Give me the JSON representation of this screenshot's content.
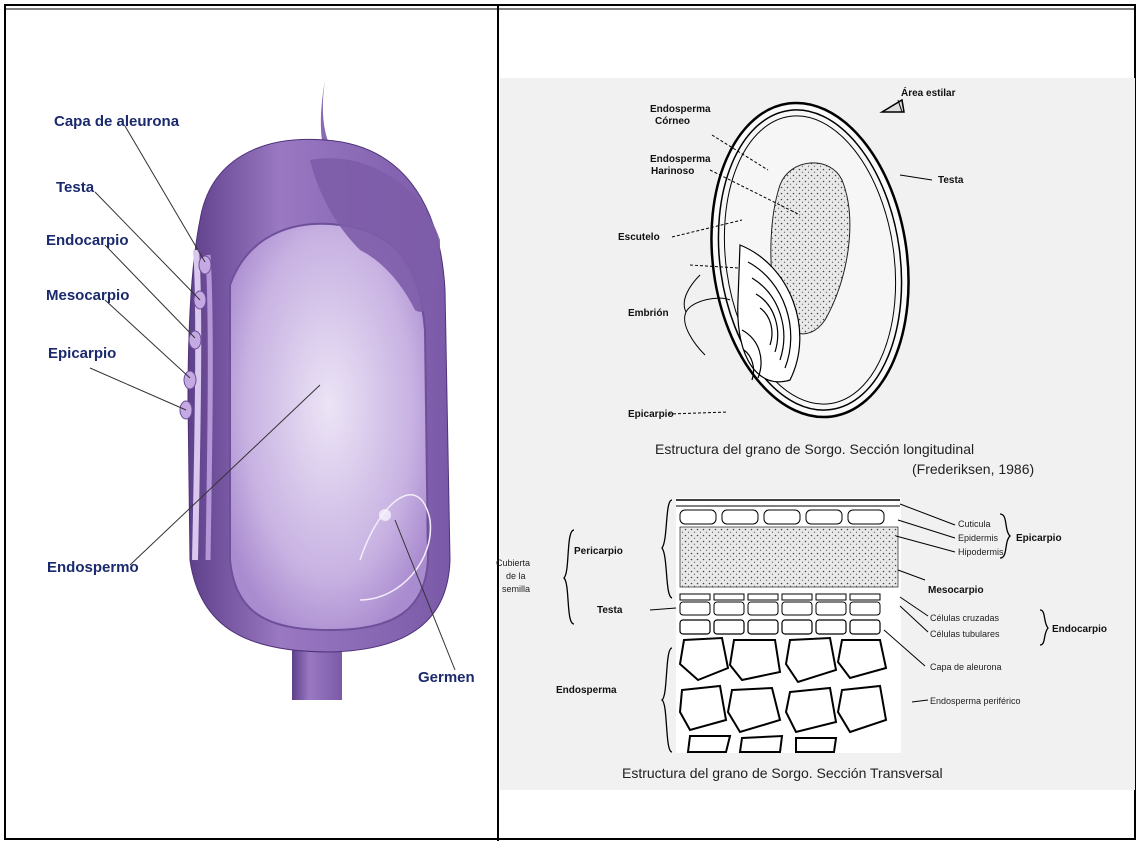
{
  "left_panel": {
    "labels": {
      "capa_aleurona": "Capa de aleurona",
      "testa": "Testa",
      "endocarpio": "Endocarpio",
      "mesocarpio": "Mesocarpio",
      "epicarpio": "Epicarpio",
      "endospermo": "Endospermo",
      "germen": "Germen"
    },
    "colors": {
      "grain": "#9a78c2",
      "grain_dark": "#6a4a93",
      "grain_light": "#e6dcf2",
      "label": "#1a2a6c"
    }
  },
  "longitudinal": {
    "labels": {
      "endosperma_corneo_1": "Endosperma",
      "endosperma_corneo_2": "Córneo",
      "area_estilar": "Área estilar",
      "endosperma_harinoso_1": "Endosperma",
      "endosperma_harinoso_2": "Harinoso",
      "testa": "Testa",
      "escutelo": "Escutelo",
      "embrion": "Embrión",
      "epicarpio": "Epicarpio"
    },
    "caption_1": "Estructura del grano de Sorgo. Sección longitudinal",
    "caption_2": "(Frederiksen, 1986)"
  },
  "transversal": {
    "labels": {
      "cubierta_1": "Cubierta",
      "cubierta_2": "de la",
      "cubierta_3": "semilla",
      "pericarpio": "Pericarpio",
      "testa": "Testa",
      "endosperma": "Endosperma",
      "cuticula": "Cuticula",
      "epidermis": "Epidermis",
      "hipodermis": "Hipodermis",
      "epicarpio": "Epicarpio",
      "mesocarpio": "Mesocarpio",
      "celulas_cruzadas": "Células cruzadas",
      "celulas_tubulares": "Células tubulares",
      "endocarpio": "Endocarpio",
      "capa_aleurona": "Capa de aleurona",
      "endosperma_periferico": "Endosperma periférico"
    },
    "caption": "Estructura del grano de Sorgo. Sección Transversal"
  }
}
